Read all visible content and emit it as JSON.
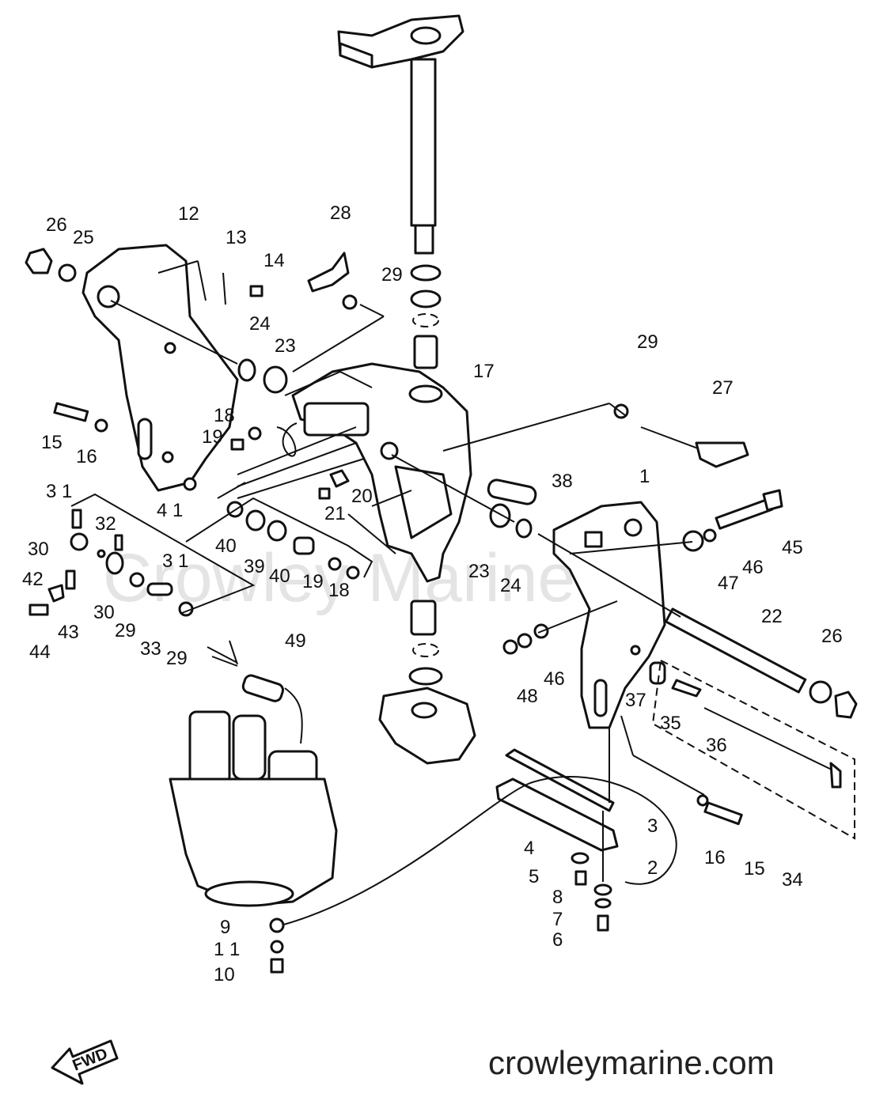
{
  "watermark": {
    "background_text": "Crowley Marine",
    "footer_url": "crowleymarine.com"
  },
  "fwd_label": "FWD",
  "callouts": [
    {
      "id": "c1",
      "label": "1"
    },
    {
      "id": "c2",
      "label": "2"
    },
    {
      "id": "c3",
      "label": "3"
    },
    {
      "id": "c4",
      "label": "4"
    },
    {
      "id": "c5",
      "label": "5"
    },
    {
      "id": "c6",
      "label": "6"
    },
    {
      "id": "c7",
      "label": "7"
    },
    {
      "id": "c8",
      "label": "8"
    },
    {
      "id": "c9",
      "label": "9"
    },
    {
      "id": "c10",
      "label": "10"
    },
    {
      "id": "c11",
      "label": "1 1"
    },
    {
      "id": "c12",
      "label": "12"
    },
    {
      "id": "c13",
      "label": "13"
    },
    {
      "id": "c14",
      "label": "14"
    },
    {
      "id": "c15a",
      "label": "15"
    },
    {
      "id": "c15b",
      "label": "15"
    },
    {
      "id": "c16a",
      "label": "16"
    },
    {
      "id": "c16b",
      "label": "16"
    },
    {
      "id": "c17",
      "label": "17"
    },
    {
      "id": "c18a",
      "label": "18"
    },
    {
      "id": "c18b",
      "label": "18"
    },
    {
      "id": "c19a",
      "label": "19"
    },
    {
      "id": "c19b",
      "label": "19"
    },
    {
      "id": "c20",
      "label": "20"
    },
    {
      "id": "c21",
      "label": "21"
    },
    {
      "id": "c22",
      "label": "22"
    },
    {
      "id": "c23a",
      "label": "23"
    },
    {
      "id": "c23b",
      "label": "23"
    },
    {
      "id": "c24a",
      "label": "24"
    },
    {
      "id": "c24b",
      "label": "24"
    },
    {
      "id": "c25",
      "label": "25"
    },
    {
      "id": "c26a",
      "label": "26"
    },
    {
      "id": "c26b",
      "label": "26"
    },
    {
      "id": "c27",
      "label": "27"
    },
    {
      "id": "c28",
      "label": "28"
    },
    {
      "id": "c29a",
      "label": "29"
    },
    {
      "id": "c29b",
      "label": "29"
    },
    {
      "id": "c29c",
      "label": "29"
    },
    {
      "id": "c29d",
      "label": "29"
    },
    {
      "id": "c30a",
      "label": "30"
    },
    {
      "id": "c30b",
      "label": "30"
    },
    {
      "id": "c31a",
      "label": "3 1"
    },
    {
      "id": "c31b",
      "label": "3 1"
    },
    {
      "id": "c32",
      "label": "32"
    },
    {
      "id": "c33",
      "label": "33"
    },
    {
      "id": "c34",
      "label": "34"
    },
    {
      "id": "c35",
      "label": "35"
    },
    {
      "id": "c36",
      "label": "36"
    },
    {
      "id": "c37",
      "label": "37"
    },
    {
      "id": "c38",
      "label": "38"
    },
    {
      "id": "c39",
      "label": "39"
    },
    {
      "id": "c40a",
      "label": "40"
    },
    {
      "id": "c40b",
      "label": "40"
    },
    {
      "id": "c41",
      "label": "4 1"
    },
    {
      "id": "c42",
      "label": "42"
    },
    {
      "id": "c43",
      "label": "43"
    },
    {
      "id": "c44",
      "label": "44"
    },
    {
      "id": "c45",
      "label": "45"
    },
    {
      "id": "c46a",
      "label": "46"
    },
    {
      "id": "c46b",
      "label": "46"
    },
    {
      "id": "c47",
      "label": "47"
    },
    {
      "id": "c48",
      "label": "48"
    },
    {
      "id": "c49",
      "label": "49"
    }
  ]
}
